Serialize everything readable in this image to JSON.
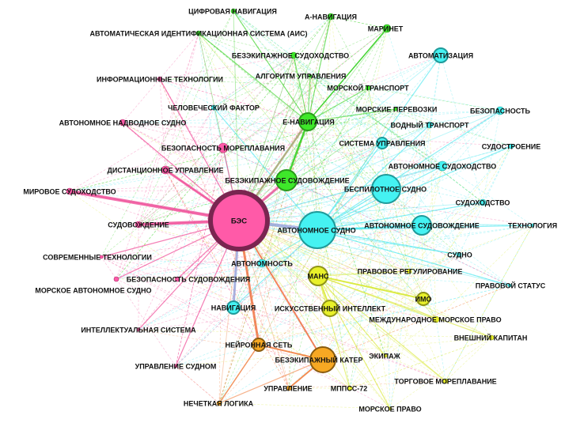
{
  "title": "Keyword co-occurrence network",
  "clusters": {
    "pink": {
      "fill": "#ff5aa8",
      "stroke": "#b0306e",
      "edge": "#f0509a"
    },
    "green": {
      "fill": "#3ee82a",
      "stroke": "#2a9a1c",
      "edge": "#33d020"
    },
    "cyan": {
      "fill": "#45f2f2",
      "stroke": "#1f9a9a",
      "edge": "#3fe6ee"
    },
    "yellow": {
      "fill": "#e8f02a",
      "stroke": "#8f9418",
      "edge": "#d8e830"
    },
    "orange": {
      "fill": "#f7a823",
      "stroke": "#8a5c10",
      "edge": "#f08040"
    }
  },
  "nodes": [
    {
      "label": "ЦИФРОВАЯ НАВИГАЦИЯ",
      "cluster": "green"
    },
    {
      "label": "АВТОМАТИЧЕСКАЯ ИДЕНТИФИКАЦИОННАЯ СИСТЕМА (АИС)",
      "cluster": "green"
    },
    {
      "label": "А-НАВИГАЦИЯ",
      "cluster": "green"
    },
    {
      "label": "МАРИНЕТ",
      "cluster": "green"
    },
    {
      "label": "БЕЗЭКИПАЖНОЕ СУДОХОДСТВО",
      "cluster": "green"
    },
    {
      "label": "АВТОМАТИЗАЦИЯ",
      "cluster": "cyan"
    },
    {
      "label": "АЛГОРИТМ УПРАВЛЕНИЯ",
      "cluster": "green"
    },
    {
      "label": "ИНФОРМАЦИОННЫЕ ТЕХНОЛОГИИ",
      "cluster": "pink"
    },
    {
      "label": "МОРСКОЙ ТРАНСПОРТ",
      "cluster": "green"
    },
    {
      "label": "ЧЕЛОВЕЧЕСКИЙ ФАКТОР",
      "cluster": "cyan"
    },
    {
      "label": "МОРСКИЕ ПЕРЕВОЗКИ",
      "cluster": "green"
    },
    {
      "label": "БЕЗОПАСНОСТЬ",
      "cluster": "cyan"
    },
    {
      "label": "Е-НАВИГАЦИЯ",
      "cluster": "green"
    },
    {
      "label": "АВТОНОМНОЕ НАДВОДНОЕ СУДНО",
      "cluster": "pink"
    },
    {
      "label": "ВОДНЫЙ ТРАНСПОРТ",
      "cluster": "cyan"
    },
    {
      "label": "СИСТЕМА УПРАВЛЕНИЯ",
      "cluster": "cyan"
    },
    {
      "label": "СУДОСТРОЕНИЕ",
      "cluster": "cyan"
    },
    {
      "label": "БЕЗОПАСНОСТЬ МОРЕПЛАВАНИЯ",
      "cluster": "pink"
    },
    {
      "label": "АВТОНОМНОЕ СУДОХОДСТВО",
      "cluster": "cyan"
    },
    {
      "label": "ДИСТАНЦИОННОЕ УПРАВЛЕНИЕ",
      "cluster": "pink"
    },
    {
      "label": "БЕЗЭКИПАЖНОЕ СУДОВОЖДЕНИЕ",
      "cluster": "green"
    },
    {
      "label": "БЕСПИЛОТНОЕ СУДНО",
      "cluster": "cyan"
    },
    {
      "label": "МИРОВОЕ СУДОХОДСТВО",
      "cluster": "pink"
    },
    {
      "label": "СУДОХОДСТВО",
      "cluster": "cyan"
    },
    {
      "label": "БЭС",
      "cluster": "pink"
    },
    {
      "label": "СУДОВОЖДЕНИЕ",
      "cluster": "pink"
    },
    {
      "label": "АВТОНОМНОЕ СУДОВОЖДЕНИЕ",
      "cluster": "cyan"
    },
    {
      "label": "ТЕХНОЛОГИЯ",
      "cluster": "cyan"
    },
    {
      "label": "АВТОНОМНОЕ СУДНО",
      "cluster": "cyan"
    },
    {
      "label": "СОВРЕМЕННЫЕ ТЕХНОЛОГИИ",
      "cluster": "pink"
    },
    {
      "label": "СУДНО",
      "cluster": "cyan"
    },
    {
      "label": "АВТОНОМНОСТЬ",
      "cluster": "cyan"
    },
    {
      "label": "МАНС",
      "cluster": "yellow"
    },
    {
      "label": "ПРАВОВОЕ РЕГУЛИРОВАНИЕ",
      "cluster": "yellow"
    },
    {
      "label": "МОРСКОЕ АВТОНОМНОЕ СУДНО",
      "cluster": "pink"
    },
    {
      "label": "БЕЗОПАСНОСТЬ СУДОВОЖДЕНИЯ",
      "cluster": "pink"
    },
    {
      "label": "ПРАВОВОЙ СТАТУС",
      "cluster": "cyan"
    },
    {
      "label": "ИМО",
      "cluster": "yellow"
    },
    {
      "label": "ИСКУССТВЕННЫЙ ИНТЕЛЛЕКТ",
      "cluster": "yellow"
    },
    {
      "label": "НАВИГАЦИЯ",
      "cluster": "cyan"
    },
    {
      "label": "МЕЖДУНАРОДНОЕ МОРСКОЕ ПРАВО",
      "cluster": "yellow"
    },
    {
      "label": "ИНТЕЛЛЕКТУАЛЬНАЯ СИСТЕМА",
      "cluster": "pink"
    },
    {
      "label": "ВНЕШНИЙ КАПИТАН",
      "cluster": "yellow"
    },
    {
      "label": "НЕЙРОННАЯ СЕТЬ",
      "cluster": "orange"
    },
    {
      "label": "ЭКИПАЖ",
      "cluster": "yellow"
    },
    {
      "label": "БЕЗЭКИПАЖНЫЙ КАТЕР",
      "cluster": "orange"
    },
    {
      "label": "УПРАВЛЕНИЕ СУДНОМ",
      "cluster": "pink"
    },
    {
      "label": "ТОРГОВОЕ МОРЕПЛАВАНИЕ",
      "cluster": "yellow"
    },
    {
      "label": "УПРАВЛЕНИЕ",
      "cluster": "orange"
    },
    {
      "label": "МППСС-72",
      "cluster": "yellow"
    },
    {
      "label": "НЕЧЕТКАЯ ЛОГИКА",
      "cluster": "orange"
    },
    {
      "label": "МОРСКОЕ ПРАВО",
      "cluster": "yellow"
    }
  ]
}
